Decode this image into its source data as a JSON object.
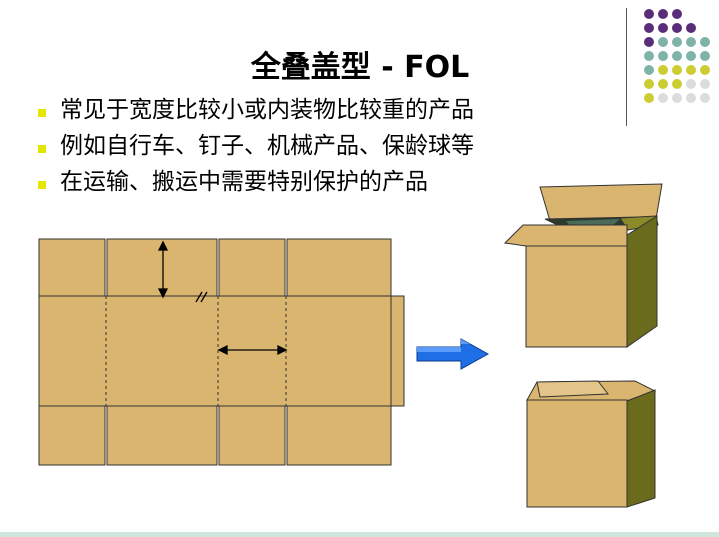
{
  "title": "全叠盖型 - FOL",
  "bullets": [
    "常见于宽度比较小或内装物比较重的产品",
    "例如自行车、钉子、机械产品、保龄球等",
    "在运输、搬运中需要特别保护的产品"
  ],
  "colors": {
    "bullet": "#e5e600",
    "cardboard": "#d9b56f",
    "box_side": "#6b6b1e",
    "arrow": "#1e6fe6",
    "dot_purple": "#5a2d7a",
    "dot_teal": "#7fb3a8",
    "dot_yellow": "#cccc33",
    "dot_grey": "#dcdcdc"
  },
  "icons": {
    "arrow": "right-arrow-icon"
  }
}
